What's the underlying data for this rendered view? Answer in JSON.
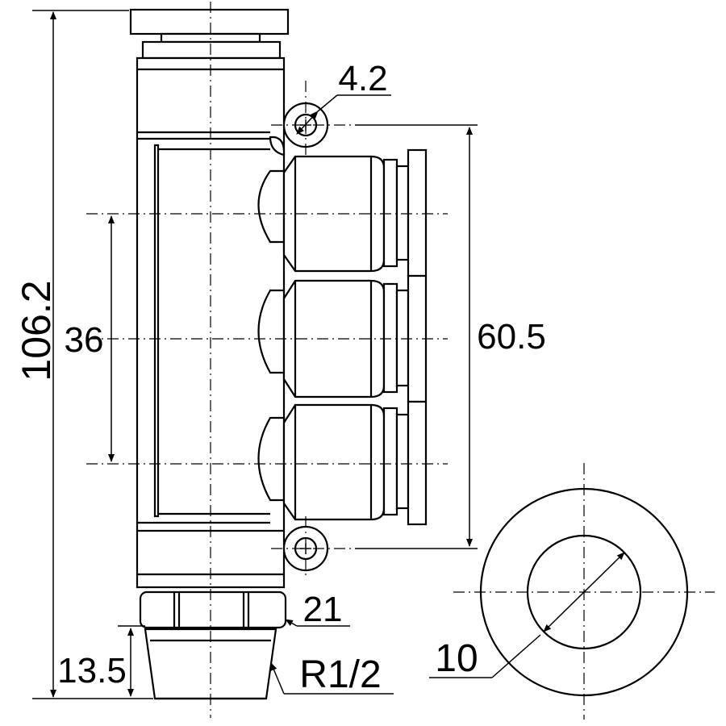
{
  "drawing": {
    "dimensions": {
      "overall_length": "106.2",
      "branch_pitch": "36",
      "outer_port_span": "60.5",
      "mount_hole": "4.2",
      "hex_size": "21",
      "thread_length": "13.5",
      "thread": "R1/2",
      "tube_od": "10"
    }
  }
}
